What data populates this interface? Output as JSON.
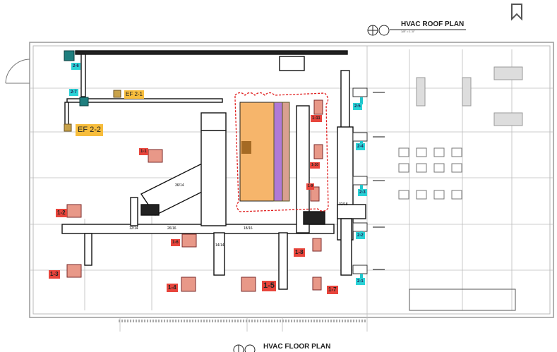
{
  "roof_plan": {
    "title": "HVAC ROOF PLAN",
    "scale": "1/8\" = 1'-0\""
  },
  "floor_plan": {
    "title": "HVAC FLOOR PLAN"
  },
  "exhaust_fans": [
    "EF 2-1",
    "EF 2-2"
  ],
  "roof_units": [
    "2-1",
    "2-2",
    "2-3",
    "2-4",
    "2-5",
    "2-6",
    "2-7"
  ],
  "floor_units": [
    "1-1",
    "1-2",
    "1-3",
    "1-4",
    "1-5",
    "1-6",
    "1-7",
    "1-8",
    "1-9",
    "1-10",
    "1-11"
  ],
  "duct_sizes": [
    "12/14",
    "26/16",
    "18/16",
    "32/18",
    "14/14",
    "36/14"
  ],
  "colors": {
    "floor_unit": "#e8453c",
    "roof_unit": "#2ad2d6",
    "exhaust_fan": "#f7bd3c",
    "room_fill": "#f6b56b",
    "revision_cloud": "#e01e1e"
  }
}
